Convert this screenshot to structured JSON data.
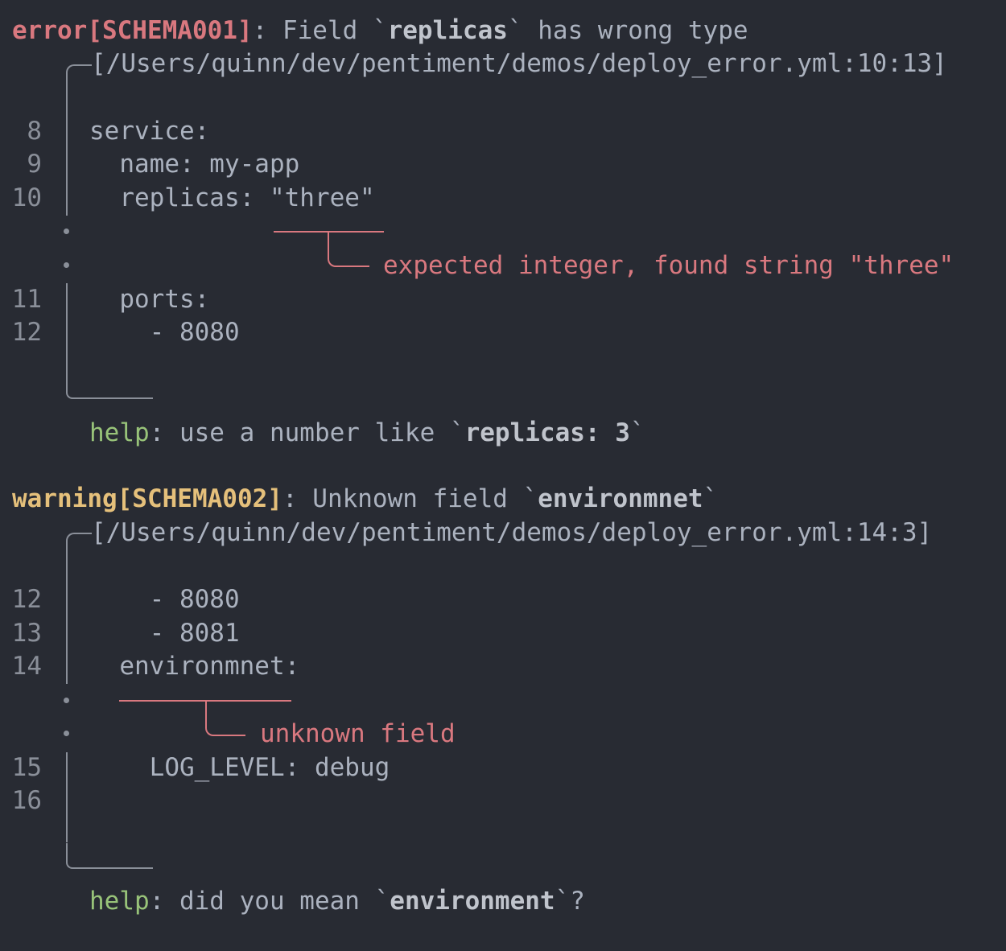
{
  "diagnostics": [
    {
      "severity": "error",
      "code": "error[SCHEMA001]",
      "message_prefix": ": Field `",
      "message_field": "replicas",
      "message_suffix": "` has wrong type",
      "location": "[/Users/quinn/dev/pentiment/demos/deploy_error.yml:10:13]",
      "lines": [
        {
          "num": "8",
          "text": "service:"
        },
        {
          "num": "9",
          "text": "  name: my-app"
        },
        {
          "num": "10",
          "text": "  replicas: \"three\""
        },
        {
          "num": "11",
          "text": "  ports:"
        },
        {
          "num": "12",
          "text": "    - 8080"
        }
      ],
      "label": "expected integer, found string \"three\"",
      "help_label": "help",
      "help_prefix": ": use a number like `",
      "help_code": "replicas: 3",
      "help_suffix": "`"
    },
    {
      "severity": "warning",
      "code": "warning[SCHEMA002]",
      "message_prefix": ": Unknown field `",
      "message_field": "environmnet",
      "message_suffix": "`",
      "location": "[/Users/quinn/dev/pentiment/demos/deploy_error.yml:14:3]",
      "lines": [
        {
          "num": "12",
          "text": "    - 8080"
        },
        {
          "num": "13",
          "text": "    - 8081"
        },
        {
          "num": "14",
          "text": "  environmnet:"
        },
        {
          "num": "15",
          "text": "    LOG_LEVEL: debug"
        },
        {
          "num": "16",
          "text": ""
        }
      ],
      "label": "unknown field",
      "help_label": "help",
      "help_prefix": ": did you mean `",
      "help_code": "environment",
      "help_suffix": "`?"
    }
  ],
  "colors": {
    "background": "#282b33",
    "text": "#abb2bf",
    "error": "#d9787f",
    "warning": "#e5c07b",
    "help": "#98c379"
  }
}
